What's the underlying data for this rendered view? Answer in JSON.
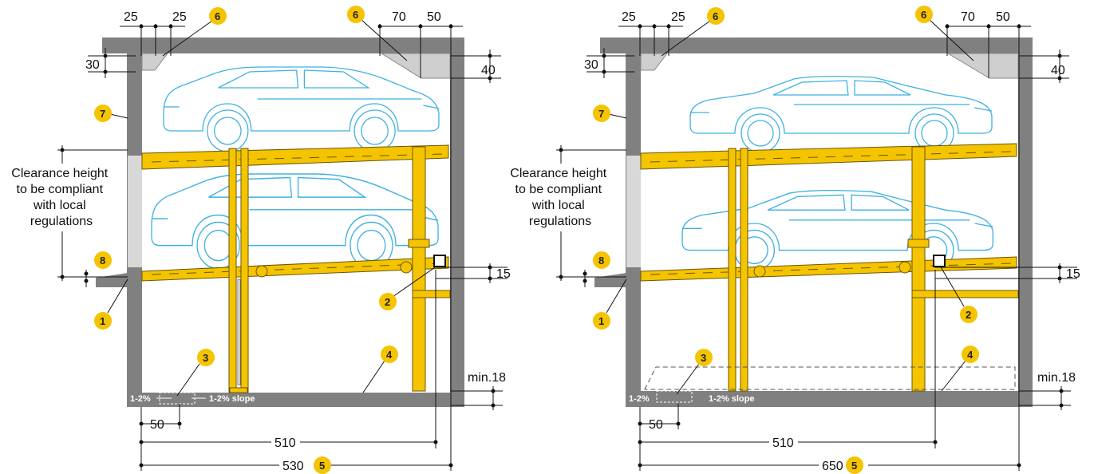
{
  "badge_color": "#f5c400",
  "car_color": "#3fb1e0",
  "wall_color": "#808080",
  "left": {
    "dims": {
      "top_a": "25",
      "top_b": "25",
      "top_c": "70",
      "top_d": "50",
      "left_side": "30",
      "right_side": "40",
      "clearance": "15",
      "floor_min": "min.18",
      "pit": "50",
      "depth": "510",
      "total": "530"
    },
    "clearance_label": [
      "Clearance height",
      "to be compliant",
      "with local",
      "regulations"
    ],
    "slope_small": "1-2%",
    "slope_large": "1-2% slope"
  },
  "right": {
    "dims": {
      "top_a": "25",
      "top_b": "25",
      "top_c": "70",
      "top_d": "50",
      "left_side": "30",
      "right_side": "40",
      "clearance": "15",
      "floor_min": "min.18",
      "pit": "50",
      "depth": "510",
      "total": "650"
    },
    "clearance_label": [
      "Clearance height",
      "to be compliant",
      "with local",
      "regulations"
    ],
    "slope_small": "1-2%",
    "slope_large": "1-2% slope"
  },
  "badges": {
    "b1": "1",
    "b2": "2",
    "b3": "3",
    "b4": "4",
    "b5": "5",
    "b6": "6",
    "b7": "7",
    "b8": "8"
  }
}
